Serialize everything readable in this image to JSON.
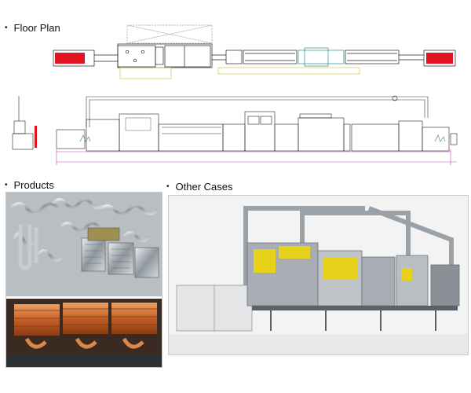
{
  "sections": {
    "floor_plan": {
      "title": "Floor Plan"
    },
    "products": {
      "title": "Products"
    },
    "other_cases": {
      "title": "Other Cases"
    }
  },
  "colors": {
    "heater_red": "#e0141e",
    "machine_gray": "#a7adb3",
    "machine_yellow": "#e8d11a",
    "copper": "#c96f33",
    "drawing_magenta": "#c23fb4",
    "drawing_line": "#222222"
  }
}
